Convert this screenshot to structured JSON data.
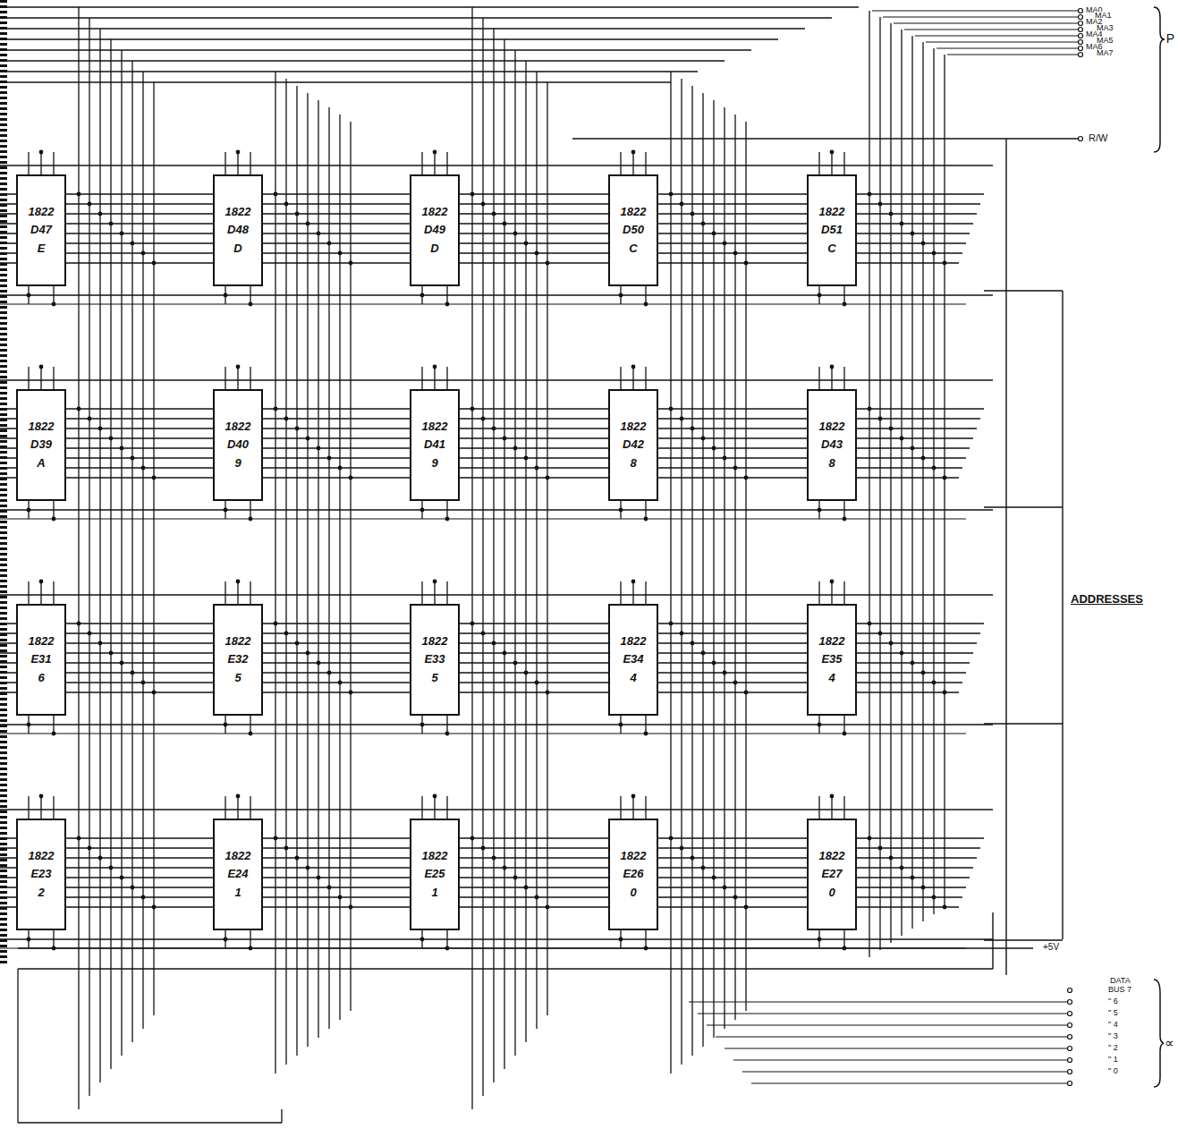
{
  "diagram": {
    "nodes": [
      {
        "text": [
          "1822",
          "D47",
          "E"
        ]
      },
      {
        "text": [
          "1822",
          "D48",
          "D"
        ]
      },
      {
        "text": [
          "1822",
          "D49",
          "D"
        ]
      },
      {
        "text": [
          "1822",
          "D50",
          "C"
        ]
      },
      {
        "text": [
          "1822",
          "D51",
          "C"
        ]
      },
      {
        "text": [
          "1822",
          "D39",
          "A"
        ]
      },
      {
        "text": [
          "1822",
          "D40",
          "9"
        ]
      },
      {
        "text": [
          "1822",
          "D41",
          "9"
        ]
      },
      {
        "text": [
          "1822",
          "D42",
          "8"
        ]
      },
      {
        "text": [
          "1822",
          "D43",
          "8"
        ]
      },
      {
        "text": [
          "1822",
          "E31",
          "6"
        ]
      },
      {
        "text": [
          "1822",
          "E32",
          "5"
        ]
      },
      {
        "text": [
          "1822",
          "E33",
          "5"
        ]
      },
      {
        "text": [
          "1822",
          "E34",
          "4"
        ]
      },
      {
        "text": [
          "1822",
          "E35",
          "4"
        ]
      },
      {
        "text": [
          "1822",
          "E23",
          "2"
        ]
      },
      {
        "text": [
          "1822",
          "E24",
          "1"
        ]
      },
      {
        "text": [
          "1822",
          "E25",
          "1"
        ]
      },
      {
        "text": [
          "1822",
          "E26",
          "0"
        ]
      },
      {
        "text": [
          "1822",
          "E27",
          "0"
        ]
      }
    ],
    "labels": [
      "MA0",
      "MA1",
      "MA2",
      "MA3",
      "MA4",
      "MA5",
      "MA6",
      "MA7",
      "R/W",
      "ADDRESSES",
      "+5V",
      "DATA",
      "BUS 7",
      "\" 6",
      "\" 5",
      "\" 4",
      "\" 3",
      "\" 2",
      "\" 1",
      "\" 0",
      "P",
      "∝"
    ]
  }
}
